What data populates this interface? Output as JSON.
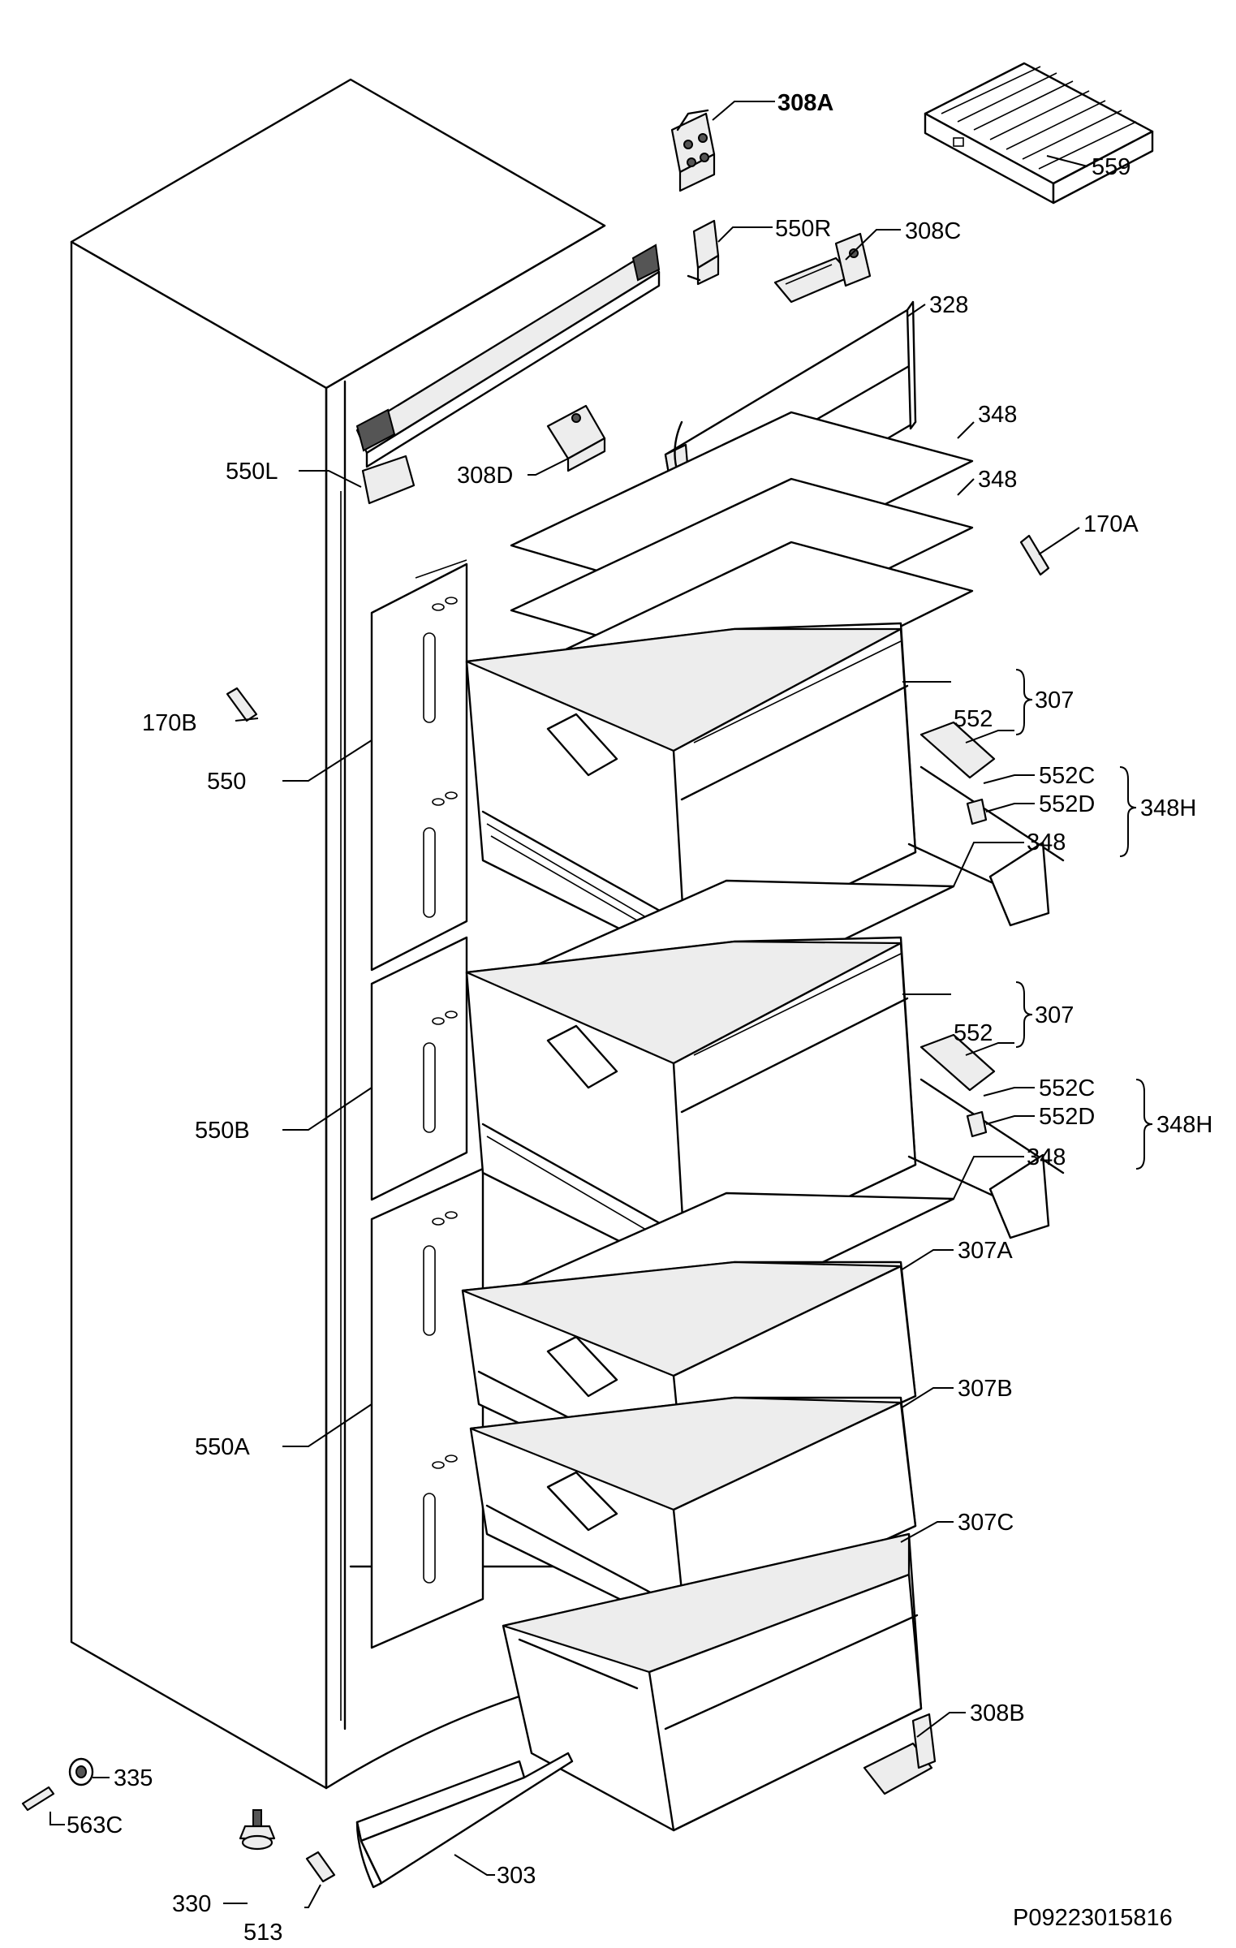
{
  "labels": {
    "l308A": "308A",
    "l559": "559",
    "l550R": "550R",
    "l308C": "308C",
    "l328": "328",
    "l348a": "348",
    "l308D": "308D",
    "l348b": "348",
    "l550L": "550L",
    "l170A": "170A",
    "l307a": "307",
    "l552a": "552",
    "l170B": "170B",
    "l552Ca": "552C",
    "l550": "550",
    "l348H1": "348H",
    "l552Da": "552D",
    "l348c": "348",
    "l307b": "307",
    "l552b": "552",
    "l552Cb": "552C",
    "l550B": "550B",
    "l348H2": "348H",
    "l552Db": "552D",
    "l348d": "348",
    "l307A": "307A",
    "l550A": "550A",
    "l307B": "307B",
    "l307C": "307C",
    "l308B": "308B",
    "l335": "335",
    "l563C": "563C",
    "l303": "303",
    "l330": "330",
    "l513": "513"
  },
  "drawing_code": "P09223015816",
  "icons": {
    "cabinet": "fridge-cabinet-illustration",
    "drawer": "drawer-illustration",
    "shelf": "glass-shelf-illustration"
  },
  "colors": {
    "ink": "#000000",
    "paper": "#ffffff"
  }
}
